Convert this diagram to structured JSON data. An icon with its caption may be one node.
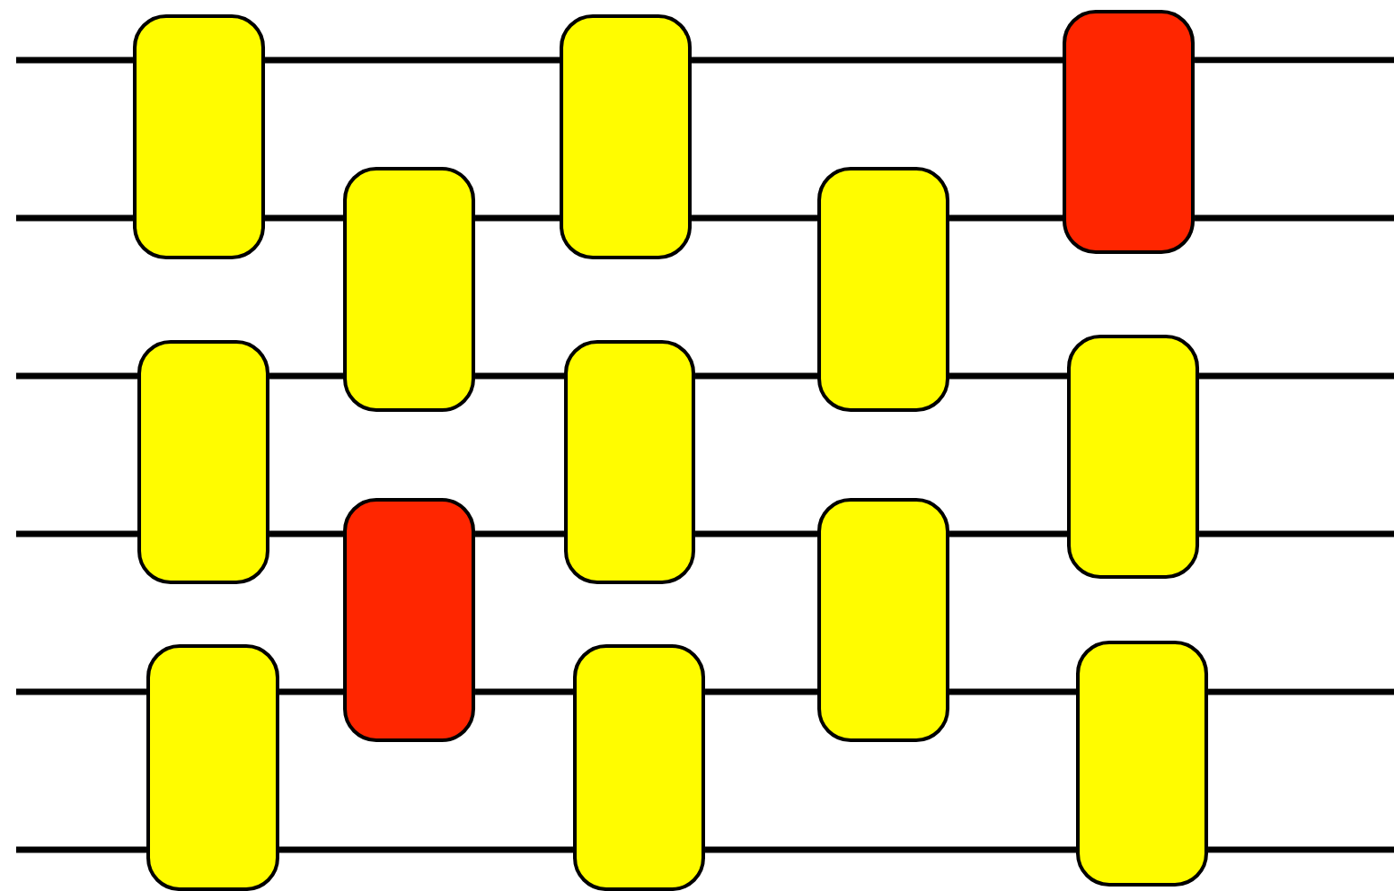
{
  "diagram": {
    "nodes": [
      {
        "text": [],
        "shape": "box"
      },
      {
        "text": [],
        "shape": "box"
      },
      {
        "text": [],
        "shape": "box"
      },
      {
        "text": [],
        "shape": "box"
      },
      {
        "text": [],
        "shape": "box"
      },
      {
        "text": [],
        "shape": "box"
      },
      {
        "text": [],
        "shape": "box"
      },
      {
        "text": [],
        "shape": "box"
      },
      {
        "text": [],
        "shape": "box"
      },
      {
        "text": [],
        "shape": "box"
      },
      {
        "text": [],
        "shape": "box"
      },
      {
        "text": [],
        "shape": "box"
      },
      {
        "text": [],
        "shape": "box"
      }
    ],
    "edges": [
      {
        "from": null,
        "to": 0,
        "arrow": "none"
      },
      {
        "from": 0,
        "to": 5,
        "arrow": "none"
      },
      {
        "from": 5,
        "to": 10,
        "arrow": "none"
      },
      {
        "from": 10,
        "to": null,
        "arrow": "none"
      },
      {
        "from": null,
        "to": 0,
        "arrow": "none"
      },
      {
        "from": 0,
        "to": 3,
        "arrow": "none"
      },
      {
        "from": 3,
        "to": 5,
        "arrow": "none"
      },
      {
        "from": 5,
        "to": 8,
        "arrow": "none"
      },
      {
        "from": 8,
        "to": 10,
        "arrow": "none"
      },
      {
        "from": 10,
        "to": null,
        "arrow": "none"
      },
      {
        "from": null,
        "to": 1,
        "arrow": "none"
      },
      {
        "from": 1,
        "to": 3,
        "arrow": "none"
      },
      {
        "from": 3,
        "to": 6,
        "arrow": "none"
      },
      {
        "from": 6,
        "to": 8,
        "arrow": "none"
      },
      {
        "from": 8,
        "to": 11,
        "arrow": "none"
      },
      {
        "from": 11,
        "to": null,
        "arrow": "none"
      },
      {
        "from": null,
        "to": 1,
        "arrow": "none"
      },
      {
        "from": 1,
        "to": 4,
        "arrow": "none"
      },
      {
        "from": 4,
        "to": 6,
        "arrow": "none"
      },
      {
        "from": 6,
        "to": 9,
        "arrow": "none"
      },
      {
        "from": 9,
        "to": 11,
        "arrow": "none"
      },
      {
        "from": 11,
        "to": null,
        "arrow": "none"
      },
      {
        "from": null,
        "to": 2,
        "arrow": "none"
      },
      {
        "from": 2,
        "to": 4,
        "arrow": "none"
      },
      {
        "from": 4,
        "to": 7,
        "arrow": "none"
      },
      {
        "from": 7,
        "to": 9,
        "arrow": "none"
      },
      {
        "from": 9,
        "to": 12,
        "arrow": "none"
      },
      {
        "from": 12,
        "to": null,
        "arrow": "none"
      },
      {
        "from": null,
        "to": 2,
        "arrow": "none"
      },
      {
        "from": 2,
        "to": 7,
        "arrow": "none"
      },
      {
        "from": 7,
        "to": 12,
        "arrow": "none"
      },
      {
        "from": 12,
        "to": null,
        "arrow": "none"
      }
    ]
  }
}
